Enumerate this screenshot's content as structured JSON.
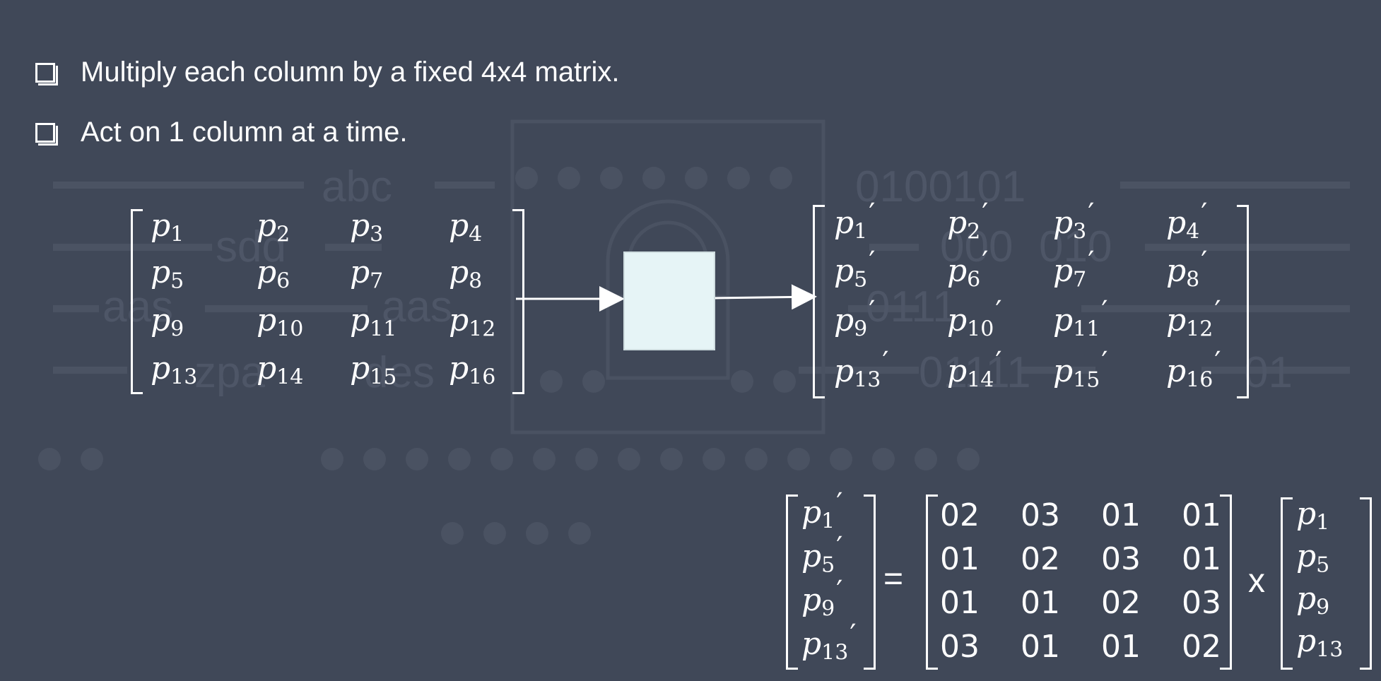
{
  "bullets": [
    "Multiply each column by a fixed 4x4 matrix.",
    "Act on 1 column at a time."
  ],
  "background_text": {
    "abc": "abc",
    "sdd": "sdd",
    "aas1": "aas",
    "aas2": "aas",
    "zpa": "zpa",
    "des": "des",
    "bin1": "0100101",
    "bin2": "000",
    "bin3": "010",
    "bin4": "0111",
    "bin5": "01111",
    "bin6": "01"
  },
  "input_matrix": [
    [
      "1",
      "2",
      "3",
      "4"
    ],
    [
      "5",
      "6",
      "7",
      "8"
    ],
    [
      "9",
      "10",
      "11",
      "12"
    ],
    [
      "13",
      "14",
      "15",
      "16"
    ]
  ],
  "output_matrix": [
    [
      "1",
      "2",
      "3",
      "4"
    ],
    [
      "5",
      "6",
      "7",
      "8"
    ],
    [
      "9",
      "10",
      "11",
      "12"
    ],
    [
      "13",
      "14",
      "15",
      "16"
    ]
  ],
  "equation": {
    "lhs": [
      "1",
      "5",
      "9",
      "13"
    ],
    "mix_matrix": [
      [
        "02",
        "03",
        "01",
        "01"
      ],
      [
        "01",
        "02",
        "03",
        "01"
      ],
      [
        "01",
        "01",
        "02",
        "03"
      ],
      [
        "03",
        "01",
        "01",
        "02"
      ]
    ],
    "rhs": [
      "1",
      "5",
      "9",
      "13"
    ],
    "equals": "=",
    "times": "x"
  },
  "variable": "p",
  "prime": "′",
  "colors": {
    "background": "#404858",
    "text": "#ffffff",
    "process_box": "#e6f4f6",
    "watermark": "#4d5566"
  }
}
